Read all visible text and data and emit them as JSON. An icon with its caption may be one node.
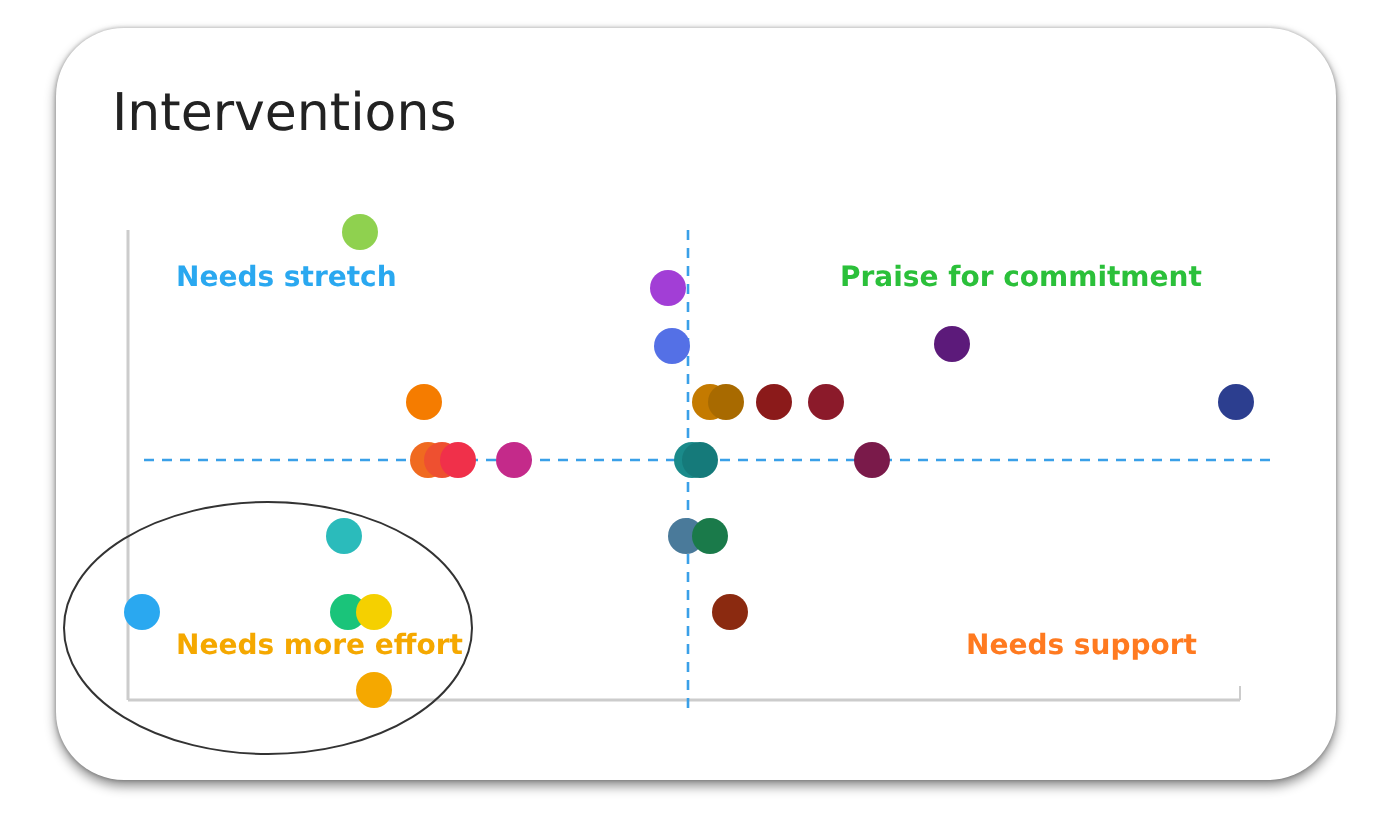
{
  "diagram": {
    "title": "Interventions",
    "labels": [
      "Needs stretch",
      "Praise for commitment",
      "Needs more effort",
      "Needs support"
    ]
  }
}
